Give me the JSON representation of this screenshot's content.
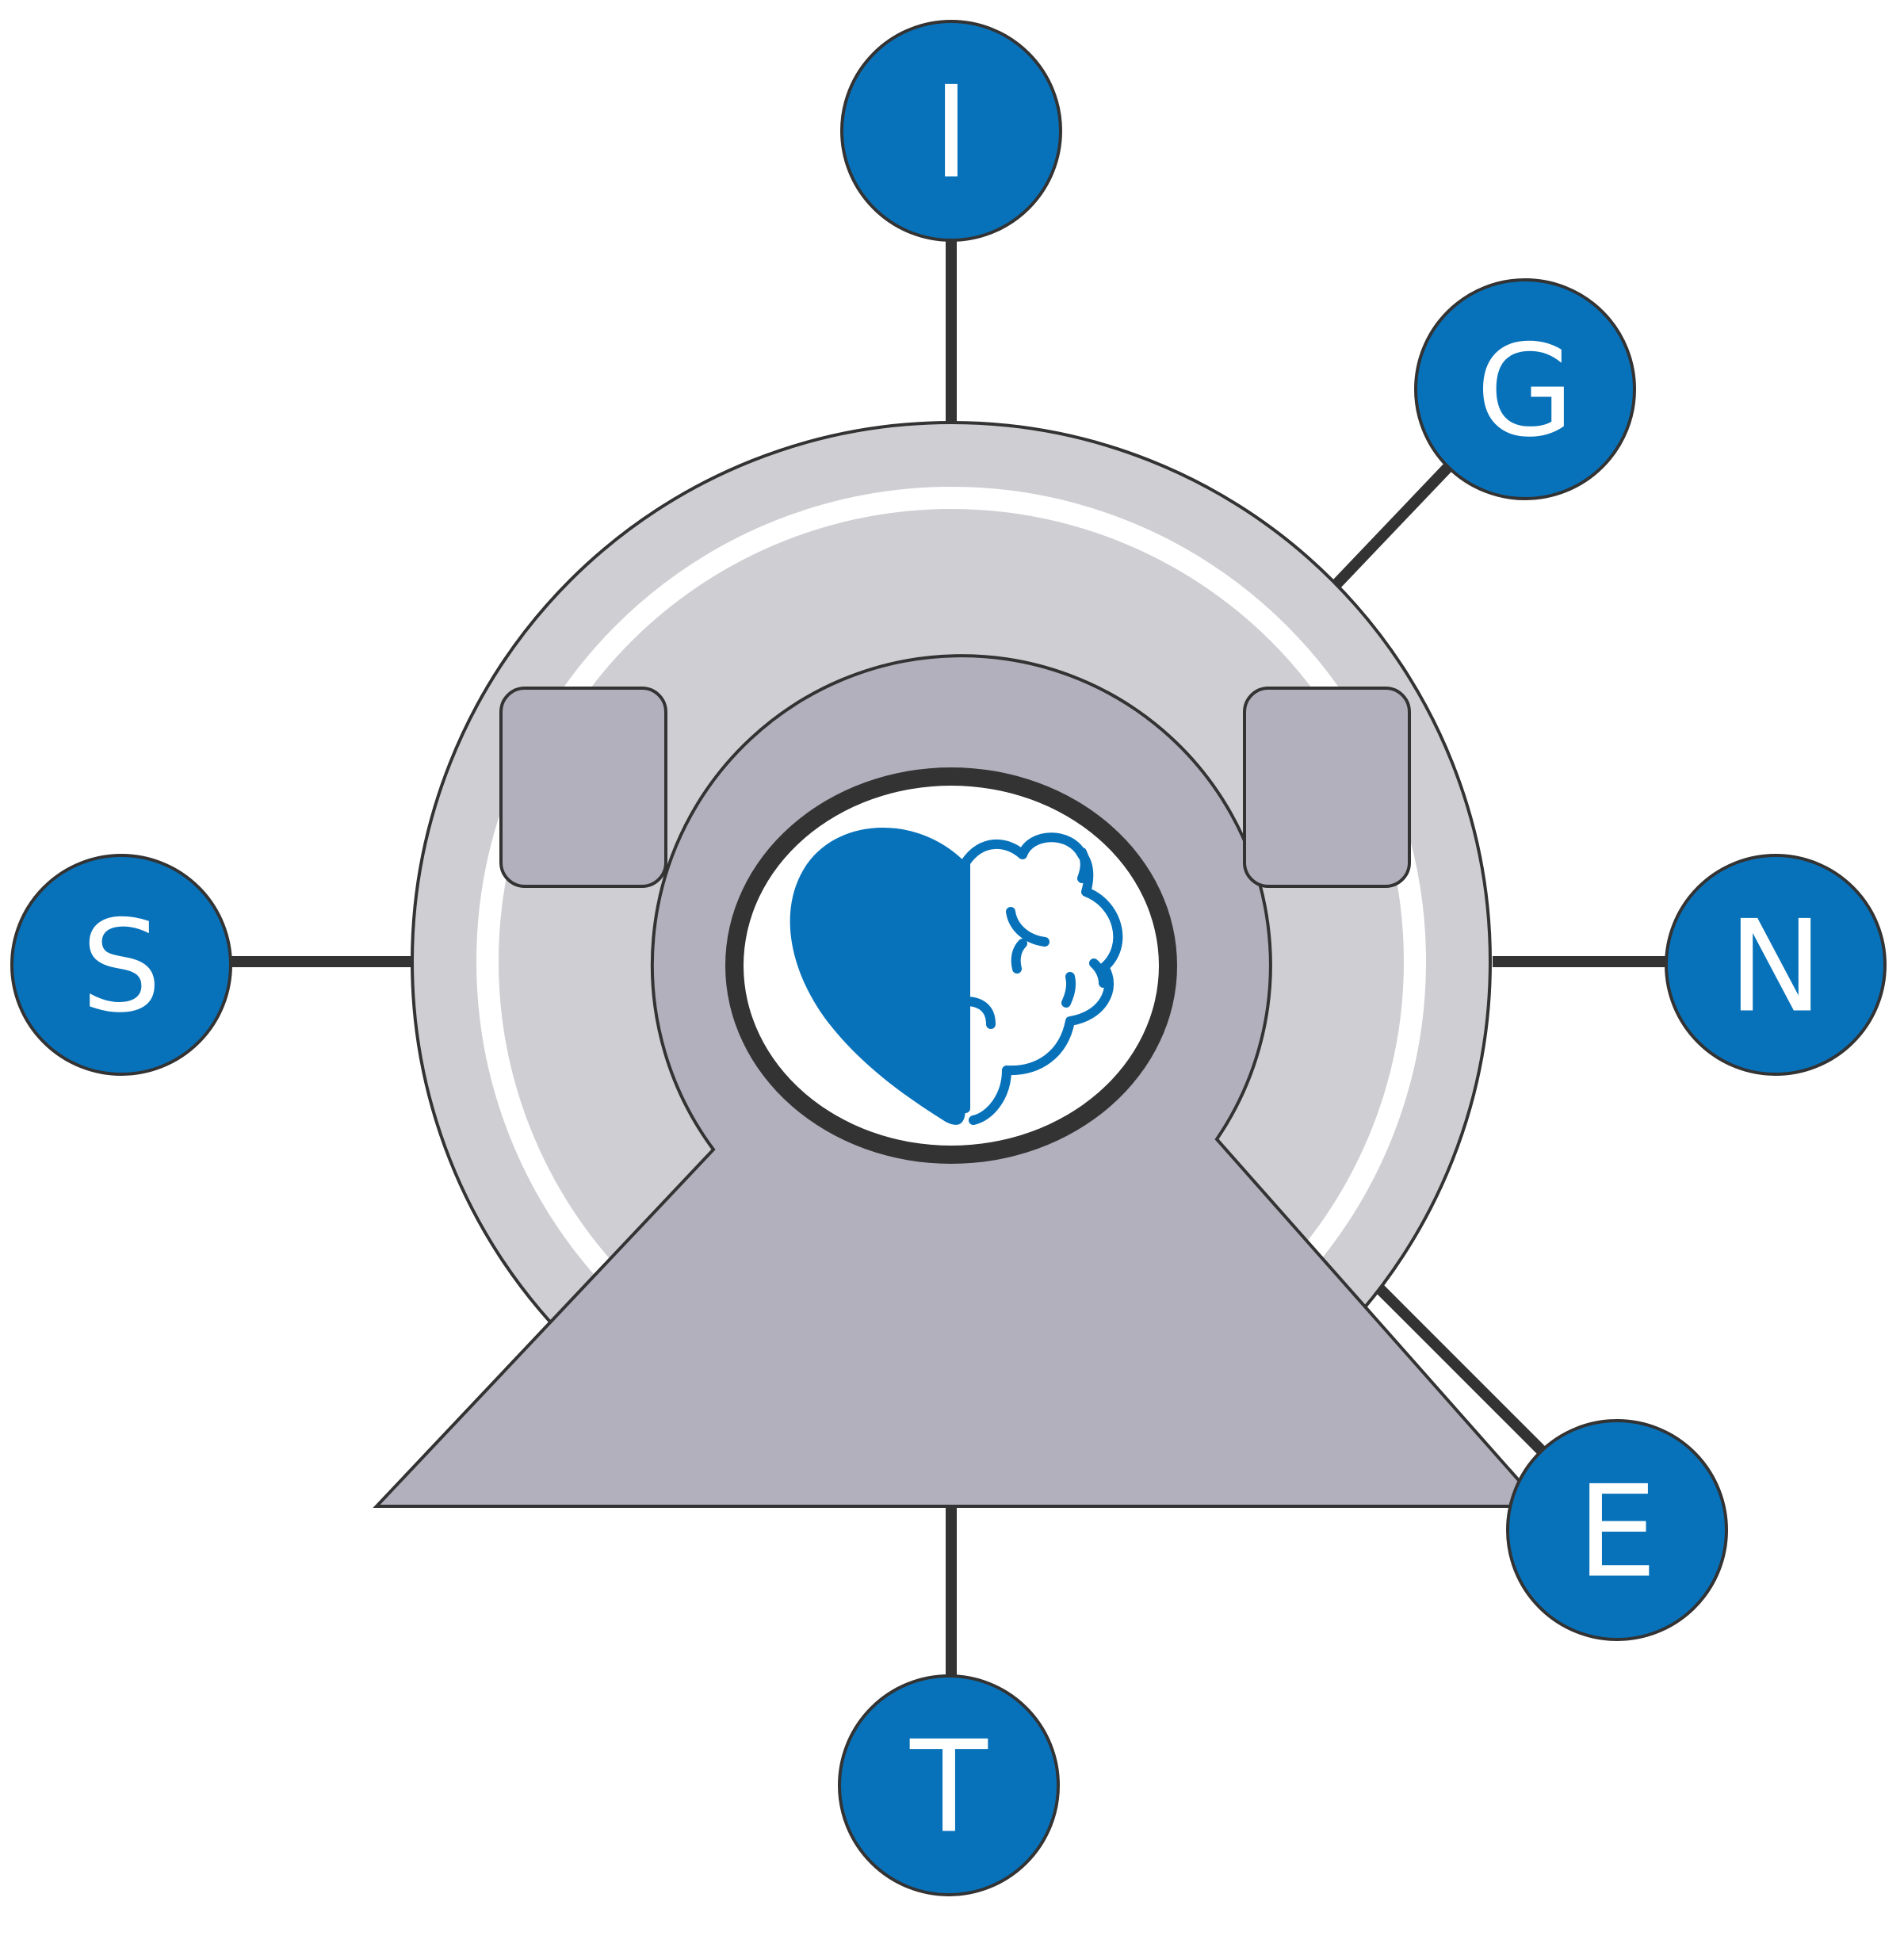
{
  "colors": {
    "node_fill": "#0772BA",
    "node_stroke": "#333333",
    "connector": "#333333",
    "ring_outer": "#CFCED3",
    "ring_inner_line": "#FFFFFF",
    "scanner_body": "#B1B0BC",
    "bore_fill": "#FFFFFF",
    "bore_rim": "#333333",
    "letter": "#FFFFFF",
    "icon": "#0772BA"
  },
  "icons": {
    "center": "heart-brain-icon"
  },
  "nodes": [
    {
      "id": "top",
      "letter": "I"
    },
    {
      "id": "upper-right",
      "letter": "G"
    },
    {
      "id": "right",
      "letter": "N"
    },
    {
      "id": "lower-right",
      "letter": "E"
    },
    {
      "id": "bottom",
      "letter": "T"
    },
    {
      "id": "left",
      "letter": "S"
    }
  ]
}
